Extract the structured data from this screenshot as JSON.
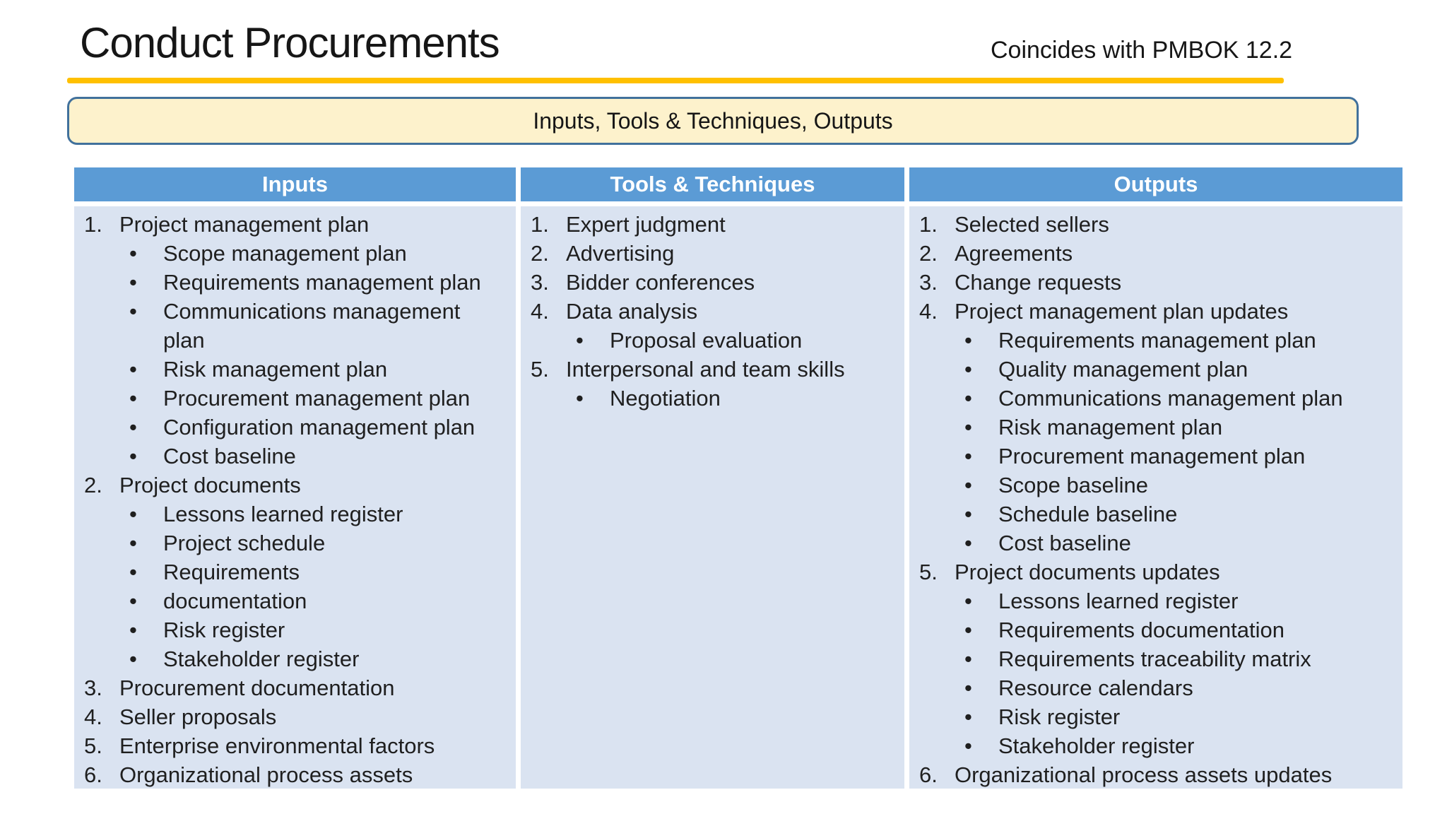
{
  "slide": {
    "title": "Conduct Procurements",
    "reference": "Coincides with PMBOK 12.2",
    "banner_label": "Inputs, Tools & Techniques, Outputs"
  },
  "colors": {
    "accent_underline": "#FFC000",
    "banner_fill": "#FDF2CC",
    "banner_border": "#41719C",
    "table_header_fill": "#5B9BD5",
    "table_header_text": "#FFFFFF",
    "table_body_fill": "#DAE3F1",
    "body_text": "#1F1F1F"
  },
  "table": {
    "columns": [
      {
        "key": "inputs",
        "header": "Inputs",
        "items": [
          {
            "n": "1.",
            "text": "Project management plan",
            "bullets": [
              "Scope management plan",
              "Requirements management plan",
              "Communications management plan",
              "Risk management plan",
              "Procurement management plan",
              "Configuration management plan",
              "Cost baseline"
            ]
          },
          {
            "n": "2.",
            "text": "Project documents",
            "bullets": [
              "Lessons learned register",
              "Project schedule",
              "Requirements",
              "documentation",
              "Risk register",
              "Stakeholder register"
            ]
          },
          {
            "n": "3.",
            "text": "Procurement documentation",
            "bullets": []
          },
          {
            "n": "4.",
            "text": "Seller proposals",
            "bullets": []
          },
          {
            "n": "5.",
            "text": "Enterprise environmental  factors",
            "bullets": []
          },
          {
            "n": "6.",
            "text": "Organizational process assets",
            "bullets": []
          }
        ]
      },
      {
        "key": "tools-techniques",
        "header": "Tools & Techniques",
        "items": [
          {
            "n": "1.",
            "text": "Expert judgment",
            "bullets": []
          },
          {
            "n": "2.",
            "text": "Advertising",
            "bullets": []
          },
          {
            "n": "3.",
            "text": "Bidder conferences",
            "bullets": []
          },
          {
            "n": "4.",
            "text": "Data analysis",
            "bullets": [
              "Proposal evaluation"
            ]
          },
          {
            "n": "5.",
            "text": "Interpersonal and team skills",
            "bullets": [
              "Negotiation"
            ]
          }
        ]
      },
      {
        "key": "outputs",
        "header": "Outputs",
        "items": [
          {
            "n": "1.",
            "text": "Selected sellers",
            "bullets": []
          },
          {
            "n": "2.",
            "text": "Agreements",
            "bullets": []
          },
          {
            "n": "3.",
            "text": "Change requests",
            "bullets": []
          },
          {
            "n": "4.",
            "text": "Project management plan updates",
            "bullets": [
              "Requirements management plan",
              "Quality management plan",
              "Communications management plan",
              "Risk management plan",
              "Procurement management plan",
              "Scope baseline",
              "Schedule baseline",
              "Cost baseline"
            ]
          },
          {
            "n": "5.",
            "text": "Project documents updates",
            "bullets": [
              "Lessons learned register",
              "Requirements documentation",
              "Requirements traceability matrix",
              "Resource calendars",
              "Risk register",
              "Stakeholder register"
            ]
          },
          {
            "n": "6.",
            "text": "Organizational process assets updates",
            "bullets": []
          }
        ]
      }
    ]
  }
}
